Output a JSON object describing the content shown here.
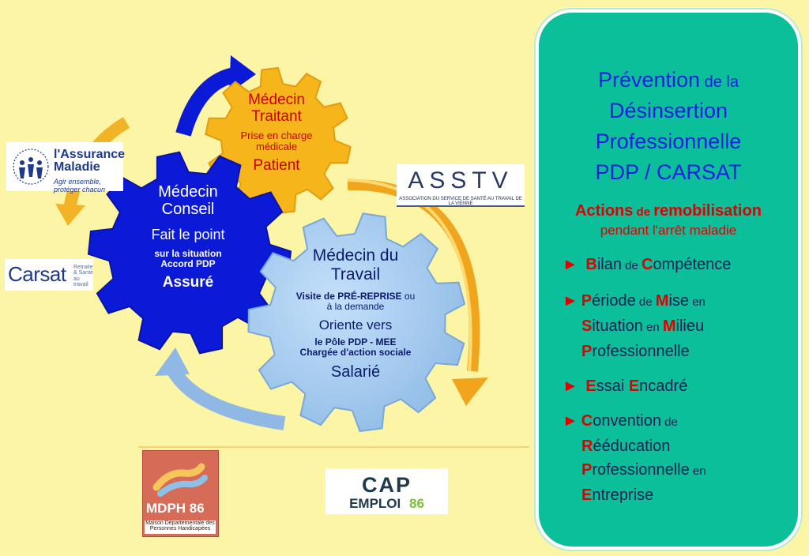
{
  "logos": {
    "assurance_maladie": {
      "title_line1": "l'Assurance",
      "title_line2": "Maladie",
      "tagline": "Agir ensemble, protéger chacun"
    },
    "carsat": {
      "name": "Carsat",
      "tag_line1": "Retraite",
      "tag_line2": "& Santé",
      "tag_line3": "au travail"
    },
    "asstv": {
      "name": "ASSTV",
      "subtitle": "ASSOCIATION DU SERVICE DE SANTÉ AU TRAVAIL DE LA VIENNE"
    },
    "mdph": {
      "name": "MDPH 86",
      "subtitle_line1": "Maison Départementale des",
      "subtitle_line2": "Personnes Handicapées"
    },
    "cap_emploi": {
      "line1": "CAP",
      "line2": "EMPLOI",
      "number": "86"
    }
  },
  "gears": {
    "medecin_traitant": {
      "title_line1": "Médecin",
      "title_line2": "Traitant",
      "detail_line1": "Prise en charge",
      "detail_line2": "médicale",
      "role": "Patient"
    },
    "medecin_conseil": {
      "title_line1": "Médecin",
      "title_line2": "Conseil",
      "action": "Fait le point",
      "detail_line1": "sur la situation",
      "detail_line2": "Accord  PDP",
      "role": "Assuré"
    },
    "medecin_travail": {
      "title_line1": "Médecin du",
      "title_line2": "Travail",
      "visit_bold": "Visite de PRÉ-REPRISE",
      "visit_ou": " ou",
      "visit_line2": "à la demande",
      "action": "Oriente vers",
      "detail_line1": "le Pôle PDP - MEE",
      "detail_line2": "Chargée d'action sociale",
      "role": "Salarié"
    }
  },
  "panel": {
    "title_w1": "Prévention",
    "title_w2": " de la",
    "title_line2": "Désinsertion",
    "title_line3": "Professionnelle",
    "title_line4": "PDP / CARSAT",
    "actions_a": "Actions",
    "actions_b": " de ",
    "actions_c": "remobilisation",
    "actions_sub": "pendant l'arrêt maladie",
    "bullet": "►",
    "items": [
      {
        "c1": "B",
        "t1": "ilan",
        "t2": " de ",
        "c2": "C",
        "t3": "ompétence"
      },
      {
        "c1": "P",
        "t1": "ériode",
        "t2": " de ",
        "c2": "M",
        "t3": "ise",
        "t4": " en",
        "c3": "S",
        "t5": "ituation",
        "t6": " en ",
        "c4": "M",
        "t7": "ilieu",
        "c5": "P",
        "t8": "rofessionnelle"
      },
      {
        "c1": "E",
        "t1": "ssai ",
        "c2": "E",
        "t2": "ncadré"
      },
      {
        "c1": "C",
        "t1": "onvention",
        "t2": " de",
        "c2": "R",
        "t3": "ééducation",
        "c3": "P",
        "t4": "rofessionnelle",
        "t5": " en",
        "c4": "E",
        "t6": "ntreprise"
      }
    ]
  },
  "colors": {
    "background": "#fdf5a6",
    "gear_conseil": "#0b1ad6",
    "gear_traitant": "#f6b51a",
    "gear_travail": "#a8cdef",
    "panel": "#0bbf9a",
    "panel_title": "#1a1ee0",
    "accent_red": "#e00000"
  }
}
